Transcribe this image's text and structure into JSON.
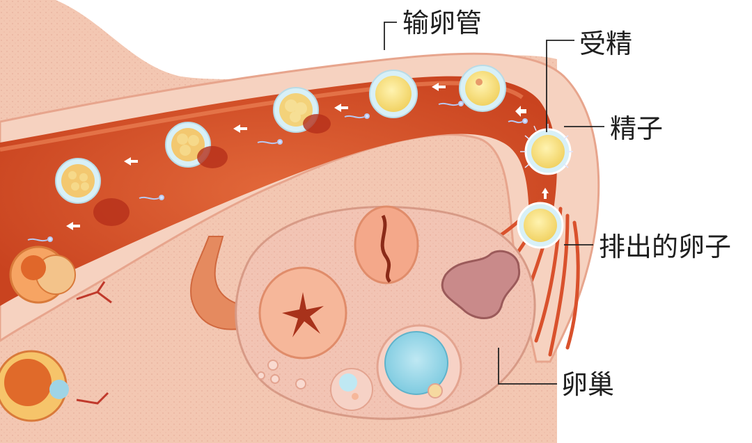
{
  "labels": {
    "fallopian_tube": "输卵管",
    "fertilization": "受精",
    "sperm": "精子",
    "ovulated_egg": "排出的卵子",
    "ovary": "卵巢"
  },
  "colors": {
    "tissue": "#f3c7b2",
    "tube_wall": "#f6d2c0",
    "tube_lumen": "#d8542a",
    "ovary": "#f2c4b4",
    "egg": "#f9e58a",
    "zona": "#d8f0f7",
    "leader_line": "#222222"
  }
}
